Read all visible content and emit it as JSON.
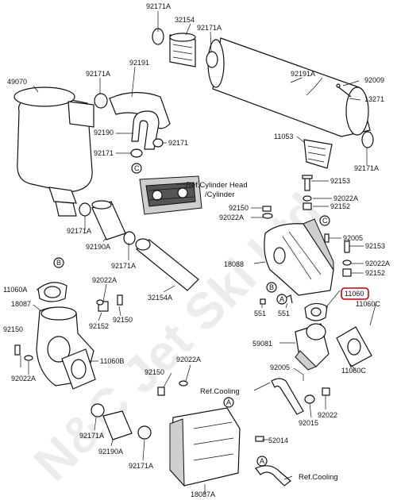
{
  "watermark": "N&C Jet Ski Ltd",
  "highlight_color": "#c0000b",
  "part_labels": [
    "92171A",
    "32154",
    "92171A",
    "92191",
    "92171A",
    "49070",
    "92191A",
    "92009",
    "13271",
    "92190",
    "92171",
    "92171",
    "11053",
    "92171A",
    "92153",
    "92022A",
    "92150",
    "92152",
    "92022A",
    "92005",
    "18088",
    "92153",
    "92022A",
    "92152",
    "92171A",
    "92190A",
    "92171A",
    "32154A",
    "11060A",
    "92022A",
    "18087",
    "92152",
    "92150",
    "551",
    "551",
    "11060",
    "11060C",
    "59081",
    "92150",
    "11060B",
    "92150",
    "92022A",
    "92005",
    "11060C",
    "92022A",
    "92022",
    "92015",
    "92171A",
    "92190A",
    "92171A",
    "52014",
    "18087A"
  ],
  "ref_notes": {
    "cylinder_head_1": "Ref.Cylinder Head",
    "cylinder_head_2": "/Cylinder",
    "cooling_1": "Ref.Cooling",
    "cooling_2": "Ref.Cooling"
  },
  "callouts": {
    "a1": "A",
    "a2": "A",
    "a3": "A",
    "b1": "B",
    "b2": "B",
    "c1": "C",
    "c2": "C"
  }
}
